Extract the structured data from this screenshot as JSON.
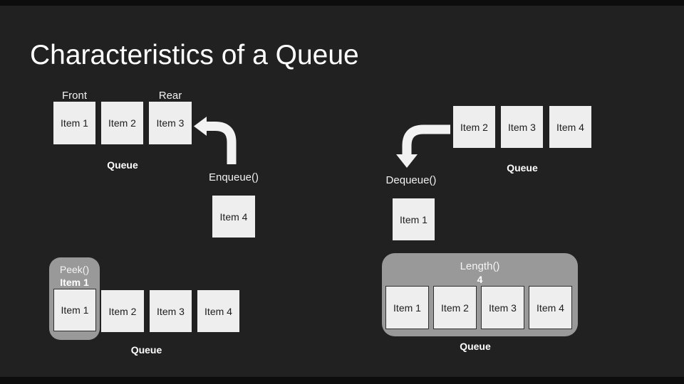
{
  "slide": {
    "title": "Characteristics of a Queue",
    "colors": {
      "background": "#212121",
      "box_fill": "#eeeeee",
      "box_text": "#1d1d1d",
      "pill_gray": "#999999",
      "arrow_white": "#f2f2f2",
      "label_white": "#f1f1f1"
    },
    "diagrams": {
      "enqueue": {
        "front_label": "Front",
        "rear_label": "Rear",
        "items": [
          "Item 1",
          "Item 2",
          "Item 3"
        ],
        "queue_label": "Queue",
        "operation_label": "Enqueue()",
        "incoming_item": "Item 4",
        "arrow_icon": "curved-arrow-left"
      },
      "dequeue": {
        "items": [
          "Item 2",
          "Item 3",
          "Item 4"
        ],
        "queue_label": "Queue",
        "operation_label": "Dequeue()",
        "removed_item": "Item 1",
        "arrow_icon": "curved-arrow-down"
      },
      "peek": {
        "operation_label": "Peek()",
        "result": "Item 1",
        "items": [
          "Item 1",
          "Item 2",
          "Item 3",
          "Item 4"
        ],
        "queue_label": "Queue"
      },
      "length": {
        "operation_label": "Length()",
        "result": "4",
        "items": [
          "Item 1",
          "Item 2",
          "Item 3",
          "Item 4"
        ],
        "queue_label": "Queue"
      }
    }
  }
}
